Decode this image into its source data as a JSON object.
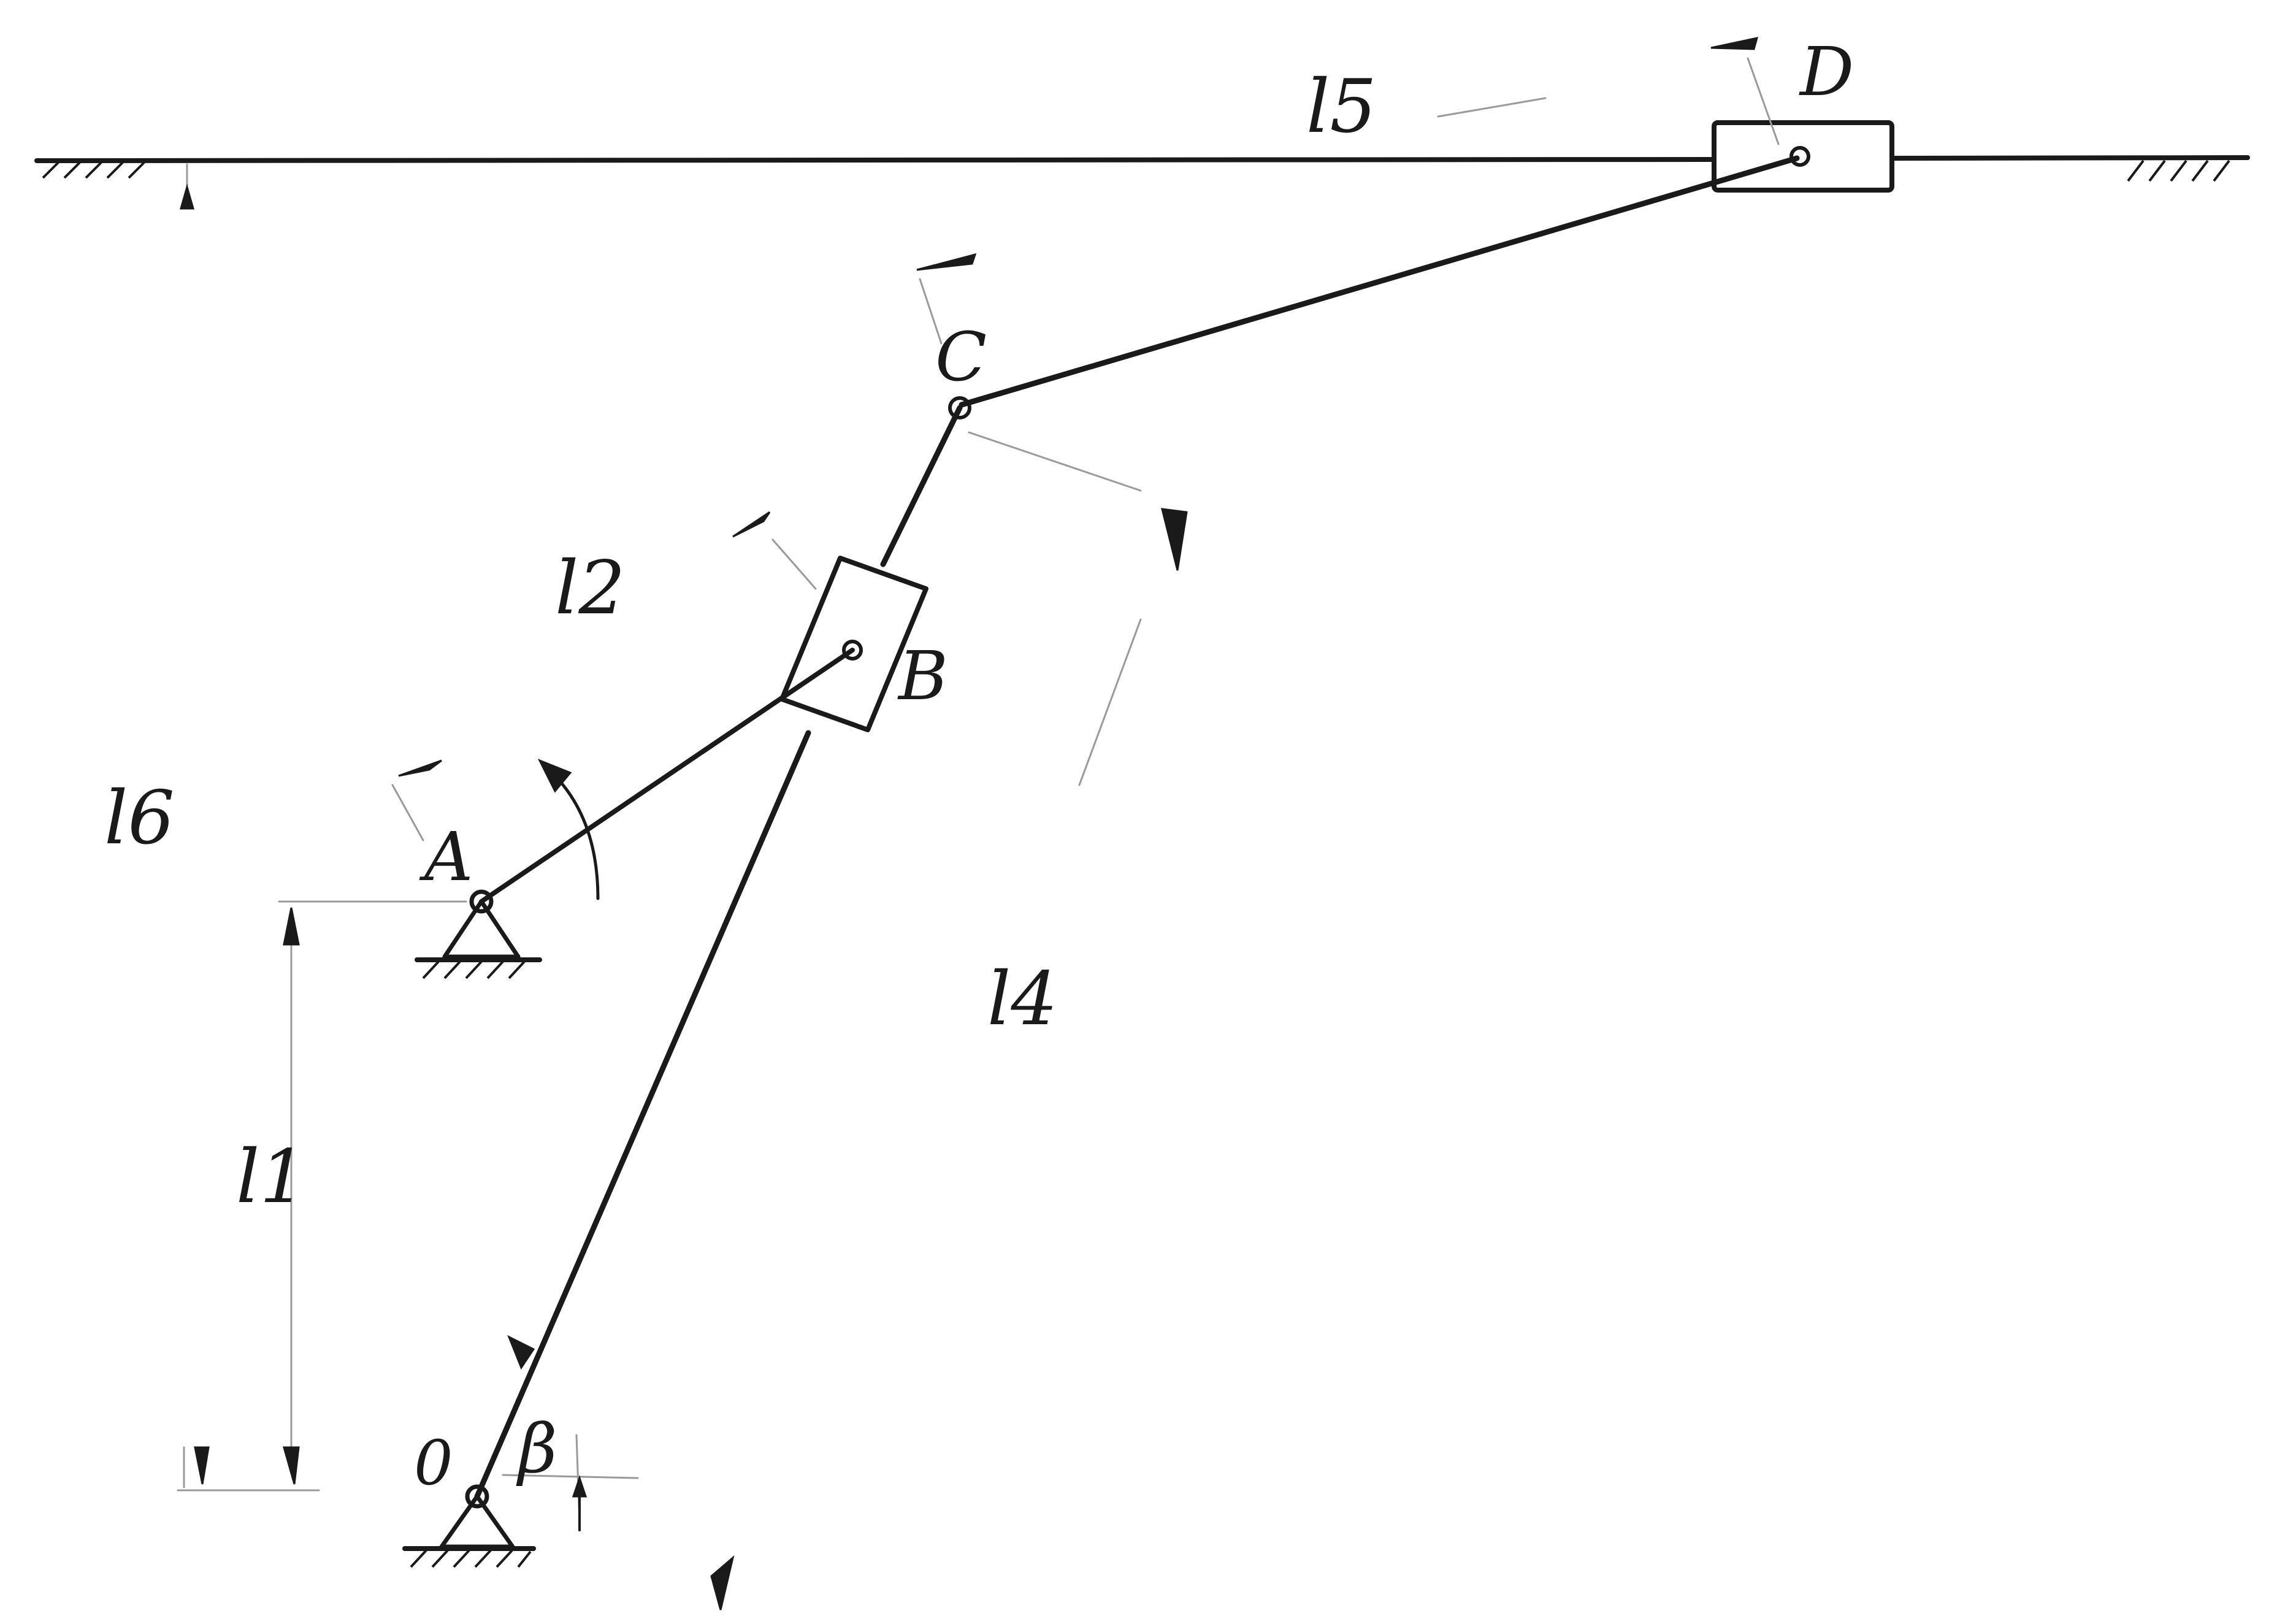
{
  "labels": {
    "point_O": "0",
    "point_A": "A",
    "point_B": "B",
    "point_C": "C",
    "point_D": "D",
    "angle": "β",
    "l1": "l1",
    "l2": "l2",
    "l4": "l4",
    "l5": "l5",
    "l6": "l6"
  },
  "colors": {
    "ink": "#1a1a1a",
    "pencil": "#9a9a9a",
    "paper": "#ffffff"
  }
}
